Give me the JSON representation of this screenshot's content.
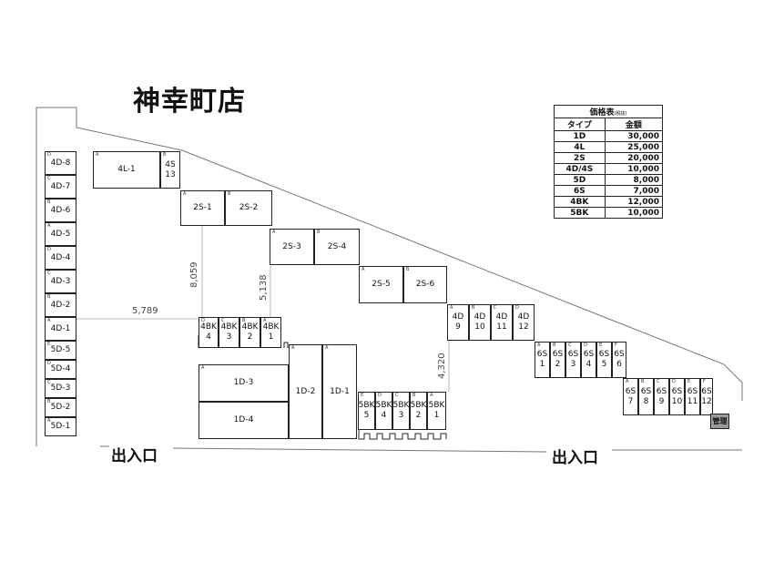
{
  "title": "神幸町店",
  "entrances": [
    "出入口",
    "出入口"
  ],
  "dimensions": [
    "5,789",
    "8,059",
    "5,138",
    "4,320"
  ],
  "price_table": {
    "caption": "価格表",
    "caption_note": "(税抜)",
    "headers": [
      "タイプ",
      "金額"
    ],
    "rows": [
      {
        "type": "1D",
        "price": "30,000"
      },
      {
        "type": "4L",
        "price": "25,000"
      },
      {
        "type": "2S",
        "price": "20,000"
      },
      {
        "type": "4D/4S",
        "price": "10,000"
      },
      {
        "type": "5D",
        "price": "8,000"
      },
      {
        "type": "6S",
        "price": "7,000"
      },
      {
        "type": "4BK",
        "price": "12,000"
      },
      {
        "type": "5BK",
        "price": "10,000"
      }
    ]
  },
  "units": [
    {
      "id": "4D-8",
      "letter": "D"
    },
    {
      "id": "4D-7",
      "letter": "C"
    },
    {
      "id": "4D-6",
      "letter": "B"
    },
    {
      "id": "4D-5",
      "letter": "A"
    },
    {
      "id": "4D-4",
      "letter": "D"
    },
    {
      "id": "4D-3",
      "letter": "C"
    },
    {
      "id": "4D-2",
      "letter": "B"
    },
    {
      "id": "4D-1",
      "letter": "A"
    },
    {
      "id": "5D-5",
      "letter": "E"
    },
    {
      "id": "5D-4",
      "letter": "D"
    },
    {
      "id": "5D-3",
      "letter": "C"
    },
    {
      "id": "5D-2",
      "letter": "B"
    },
    {
      "id": "5D-1",
      "letter": "A"
    },
    {
      "id": "4L-1",
      "letter": "A"
    },
    {
      "id": "4S\n13",
      "letter": "B"
    },
    {
      "id": "2S-1",
      "letter": "A"
    },
    {
      "id": "2S-2",
      "letter": "B"
    },
    {
      "id": "2S-3",
      "letter": "A"
    },
    {
      "id": "2S-4",
      "letter": "B"
    },
    {
      "id": "2S-5",
      "letter": "A"
    },
    {
      "id": "2S-6",
      "letter": "B"
    },
    {
      "id": "4D\n9",
      "letter": "A"
    },
    {
      "id": "4D\n10",
      "letter": "B"
    },
    {
      "id": "4D\n11",
      "letter": "C"
    },
    {
      "id": "4D\n12",
      "letter": "D"
    },
    {
      "id": "4BK\n4",
      "letter": "D"
    },
    {
      "id": "4BK\n3",
      "letter": "C"
    },
    {
      "id": "4BK\n2",
      "letter": "B"
    },
    {
      "id": "4BK\n1",
      "letter": "A"
    },
    {
      "id": "1D-3",
      "letter": "A"
    },
    {
      "id": "1D-4",
      "letter": ""
    },
    {
      "id": "1D-2",
      "letter": "A"
    },
    {
      "id": "1D-1",
      "letter": "A"
    },
    {
      "id": "5BK\n5",
      "letter": "E"
    },
    {
      "id": "5BK\n4",
      "letter": "D"
    },
    {
      "id": "5BK\n3",
      "letter": "C"
    },
    {
      "id": "5BK\n2",
      "letter": "B"
    },
    {
      "id": "5BK\n1",
      "letter": "A"
    },
    {
      "id": "6S\n1",
      "letter": "A"
    },
    {
      "id": "6S\n2",
      "letter": "B"
    },
    {
      "id": "6S\n3",
      "letter": "C"
    },
    {
      "id": "6S\n4",
      "letter": "D"
    },
    {
      "id": "6S\n5",
      "letter": "E"
    },
    {
      "id": "6S\n6",
      "letter": "F"
    },
    {
      "id": "6S\n7",
      "letter": "A"
    },
    {
      "id": "6S\n8",
      "letter": "B"
    },
    {
      "id": "6S\n9",
      "letter": "C"
    },
    {
      "id": "6S\n10",
      "letter": "D"
    },
    {
      "id": "6S\n11",
      "letter": "E"
    },
    {
      "id": "6S\n12",
      "letter": "F"
    }
  ],
  "office_label": "管理"
}
